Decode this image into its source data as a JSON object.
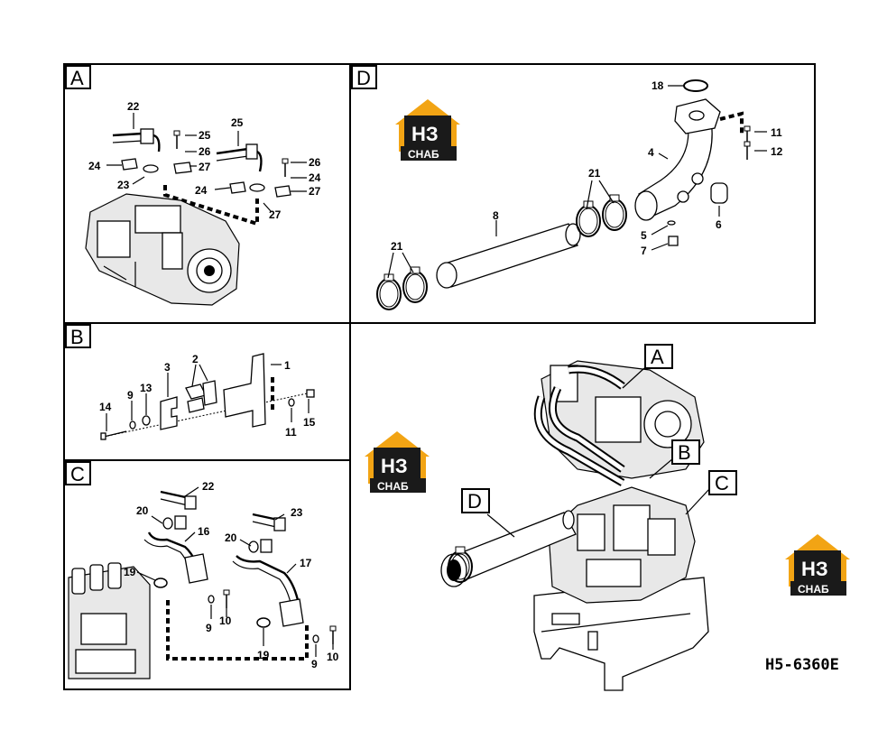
{
  "panels": {
    "a": {
      "letter": "A"
    },
    "b": {
      "letter": "B"
    },
    "c": {
      "letter": "C"
    },
    "d": {
      "letter": "D"
    }
  },
  "callouts": {
    "a": [
      "22",
      "25",
      "26",
      "24",
      "27",
      "23",
      "25",
      "26",
      "24",
      "24",
      "27"
    ],
    "b": [
      "1",
      "2",
      "3",
      "13",
      "9",
      "14",
      "11",
      "15"
    ],
    "c": [
      "22",
      "20",
      "16",
      "23",
      "20",
      "17",
      "19",
      "9",
      "10",
      "19",
      "9",
      "10"
    ],
    "d": [
      "18",
      "11",
      "12",
      "4",
      "21",
      "6",
      "8",
      "5",
      "7",
      "21"
    ]
  },
  "main_callouts": {
    "a": "A",
    "b": "B",
    "c": "C",
    "d": "D"
  },
  "logo": {
    "top": "НЗ",
    "bottom": "СНАБ"
  },
  "drawing_code": "H5-6360E",
  "colors": {
    "logo_orange": "#f2a414",
    "logo_black": "#1a1a1a"
  }
}
